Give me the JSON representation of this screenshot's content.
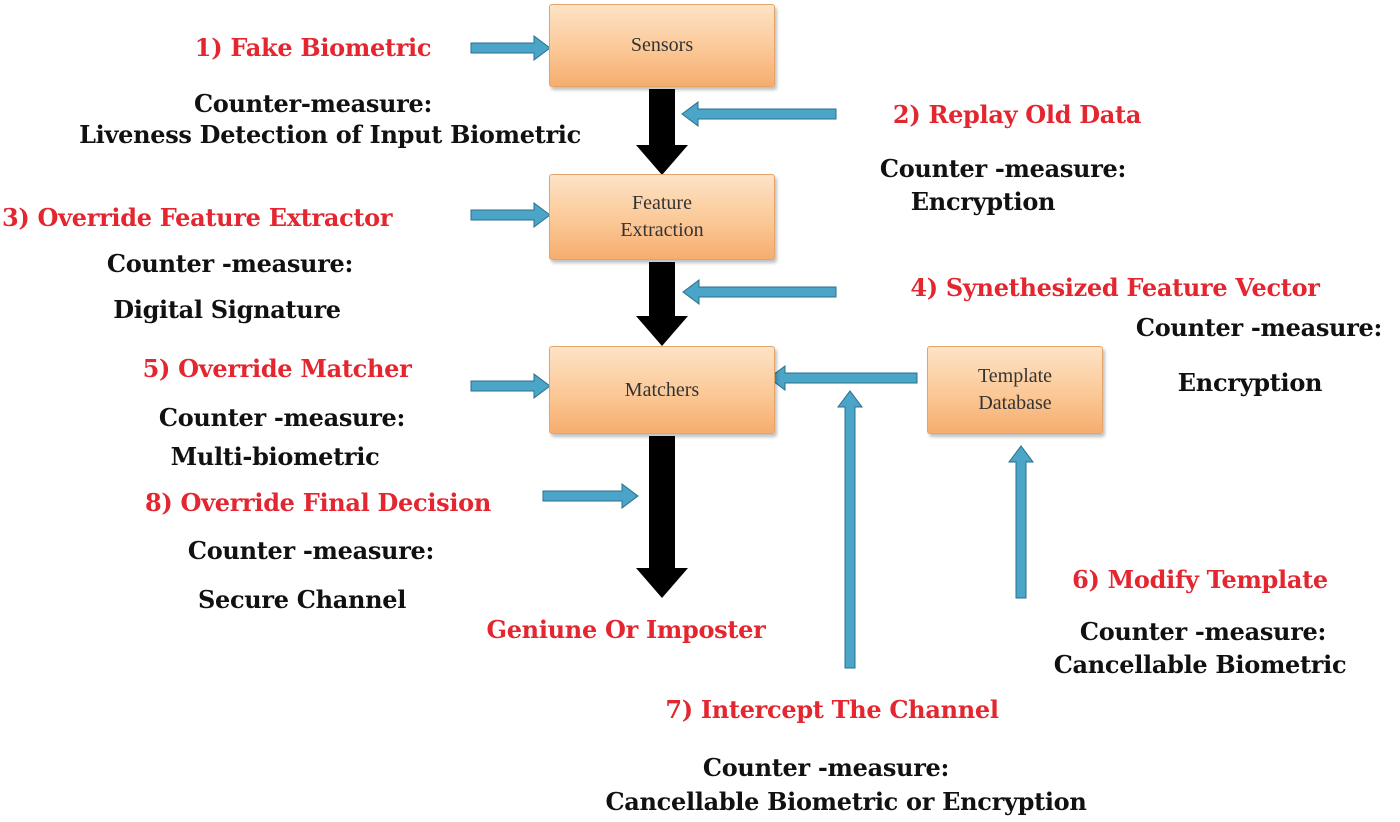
{
  "colors": {
    "attack_text": "#e3262f",
    "countermeasure_text": "#111111",
    "box_fill": "#fbc896",
    "box_border": "#e2a46a",
    "blue_arrow": "#4aa5c8",
    "black_arrow": "#000000"
  },
  "boxes": {
    "sensors": "Sensors",
    "feature_extraction": [
      "Feature",
      "Extraction"
    ],
    "matchers": "Matchers",
    "template_database": [
      "Template",
      "Database"
    ]
  },
  "output": "Geniune Or Imposter",
  "attacks": {
    "a1": {
      "title": "1) Fake Biometric",
      "cm": [
        "Counter-measure:",
        "Liveness Detection of Input Biometric"
      ]
    },
    "a2": {
      "title": "2) Replay Old Data",
      "cm": [
        "Counter -measure:",
        "Encryption"
      ]
    },
    "a3": {
      "title": "3) Override Feature Extractor",
      "cm": [
        "Counter -measure:",
        "Digital Signature"
      ]
    },
    "a4": {
      "title": "4) Synethesized Feature Vector",
      "cm": [
        "Counter -measure:",
        "Encryption"
      ]
    },
    "a5": {
      "title": "5) Override Matcher",
      "cm": [
        "Counter -measure:",
        "Multi-biometric"
      ]
    },
    "a6": {
      "title": "6) Modify Template",
      "cm": [
        "Counter -measure:",
        "Cancellable Biometric"
      ]
    },
    "a7": {
      "title": "7) Intercept The Channel",
      "cm": [
        "Counter -measure:",
        "Cancellable Biometric  or Encryption"
      ]
    },
    "a8": {
      "title": "8) Override Final Decision",
      "cm": [
        "Counter -measure:",
        "Secure Channel"
      ]
    }
  }
}
